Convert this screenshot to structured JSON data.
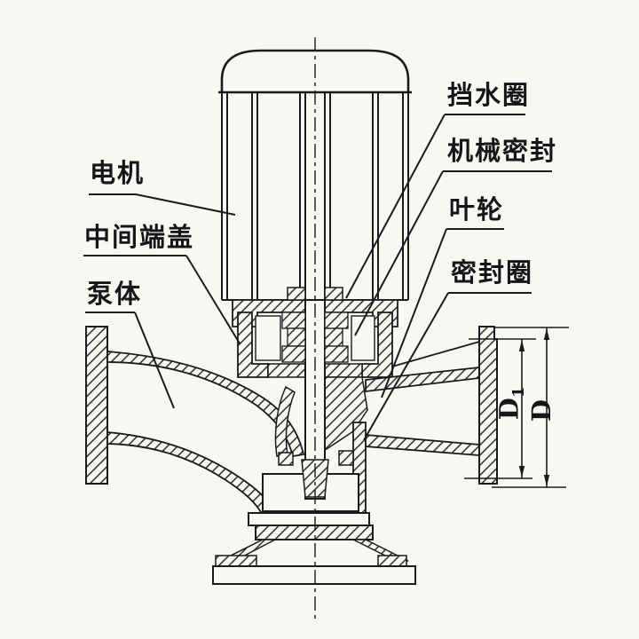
{
  "figure": {
    "type": "engineering-cross-section",
    "subject": "vertical-inline-pipeline-pump",
    "colors": {
      "ink": "#1b1b1b",
      "paper": "#f8f7f3"
    },
    "labels": {
      "motor": "电机",
      "intermediate_cover": "中间端盖",
      "pump_body": "泵体",
      "water_deflector": "挡水圈",
      "mechanical_seal": "机械密封",
      "impeller": "叶轮",
      "seal_ring": "密封圈"
    },
    "dimensions": {
      "d1_base": "D",
      "d1_sub": "1",
      "d_outer": "D"
    }
  }
}
